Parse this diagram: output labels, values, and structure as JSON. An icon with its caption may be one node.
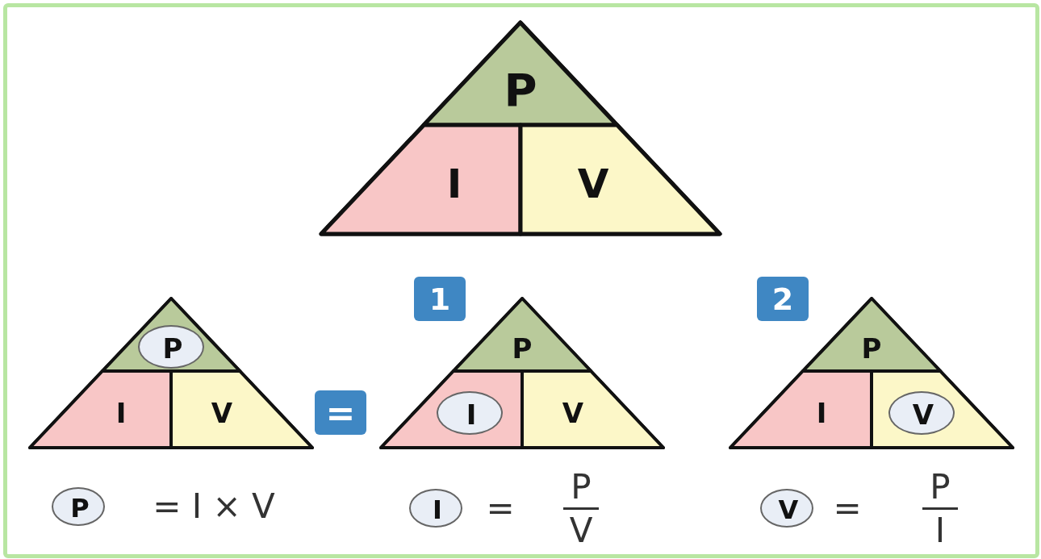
{
  "diagram": {
    "nodes": [
      {
        "text": [],
        "shape": "triangle"
      },
      {
        "text": [
          "P"
        ],
        "in": 0
      },
      {
        "text": [
          "I"
        ],
        "in": 0
      },
      {
        "text": [
          "V"
        ],
        "in": 0
      },
      {
        "text": [
          "1"
        ]
      },
      {
        "text": [
          "2"
        ]
      },
      {
        "text": [],
        "shape": "triangle"
      },
      {
        "text": [],
        "shape": "triangle",
        "in": 6
      },
      {
        "text": [
          "P"
        ],
        "in": 7
      },
      {
        "text": [
          "I"
        ],
        "in": 6
      },
      {
        "text": [
          "V"
        ],
        "in": 6
      },
      {
        "text": [
          "="
        ]
      },
      {
        "text": [],
        "shape": "triangle"
      },
      {
        "text": [
          "P"
        ],
        "in": 12
      },
      {
        "text": [],
        "shape": "trapezoid",
        "in": 12
      },
      {
        "text": [
          "I"
        ],
        "in": 14
      },
      {
        "text": [
          "V"
        ],
        "in": 12
      },
      {
        "text": [],
        "shape": "triangle"
      },
      {
        "text": [
          "P"
        ],
        "in": 17
      },
      {
        "text": [
          "I"
        ],
        "in": 17
      },
      {
        "text": [],
        "shape": "trapezoid",
        "in": 17
      },
      {
        "text": [
          "V"
        ],
        "in": 20
      },
      {
        "text": [
          "P"
        ]
      },
      {
        "text": [
          "I"
        ]
      },
      {
        "text": [
          "V"
        ]
      }
    ],
    "labels": [
      "= I × V",
      "=",
      "P",
      "V",
      "=",
      "P",
      "I"
    ]
  }
}
